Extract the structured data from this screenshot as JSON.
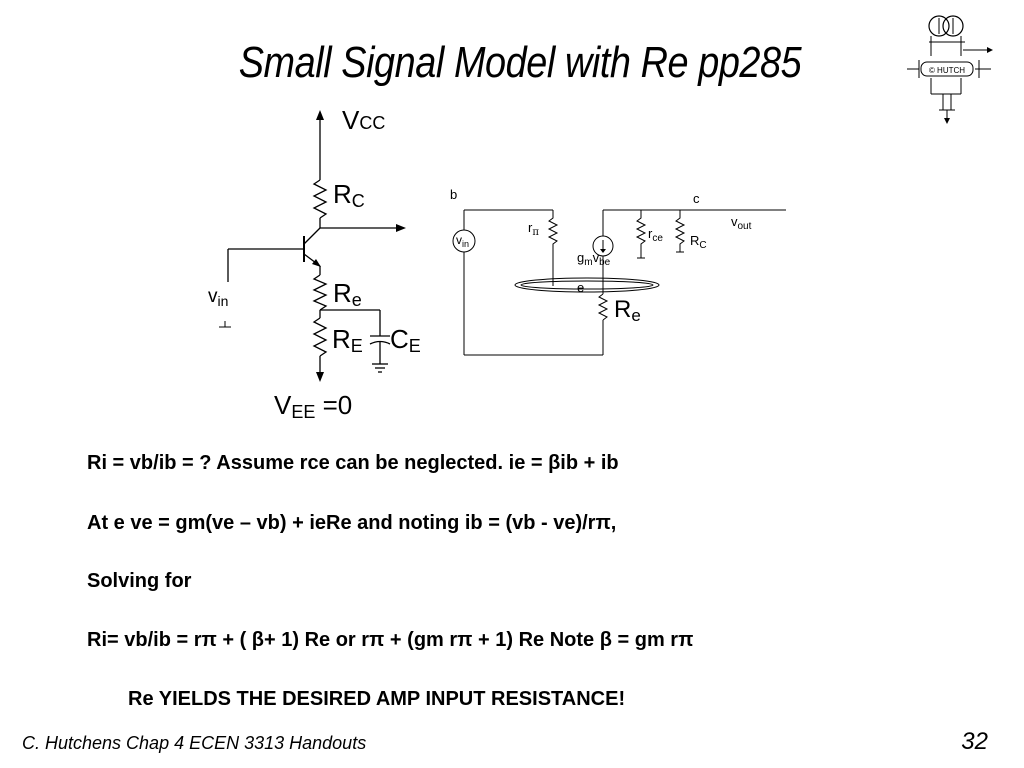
{
  "title": "Small Signal Model with Re pp285",
  "logo": {
    "label": "© HUTCH"
  },
  "left_circuit": {
    "vcc_main": "V",
    "vcc_sub": "CC",
    "rc_main": "R",
    "rc_sub": "C",
    "vin_main": "v",
    "vin_sub": "in",
    "re_main": "R",
    "re_sub": "e",
    "rE_main": "R",
    "rE_sub": "E",
    "ce_main": "C",
    "ce_sub": "E",
    "vee_main": "V",
    "vee_sub": "EE",
    "vee_value": " =0"
  },
  "right_circuit": {
    "node_b": "b",
    "node_c": "c",
    "node_e": "e",
    "vin_main": "v",
    "vin_sub": "in",
    "rpi_main": "r",
    "rpi_sub": "π",
    "gm_main": "g",
    "gm_sub1": "m",
    "gm_v": "v",
    "gm_sub2": "be",
    "rce_main": "r",
    "rce_sub": "ce",
    "rc_main": "R",
    "rc_sub": "C",
    "vout_main": "v",
    "vout_sub": "out",
    "re_main": "R",
    "re_sub": "e"
  },
  "equations": {
    "line1": "Ri = vb/ib = ?  Assume rce can be neglected.   ie = βib + ib",
    "line2": "At e  ve = gm(ve – vb) + ieRe and noting  ib = (vb - ve)/rπ,",
    "line3": "Solving for",
    "line4": "Ri= vb/ib = rπ  + ( β+ 1) Re  or rπ  + (gm rπ  + 1) Re  Note β = gm rπ",
    "line5": "Re YIELDS THE DESIRED AMP INPUT RESISTANCE!"
  },
  "footer": "C. Hutchens Chap 4 ECEN 3313 Handouts",
  "page_number": "32"
}
